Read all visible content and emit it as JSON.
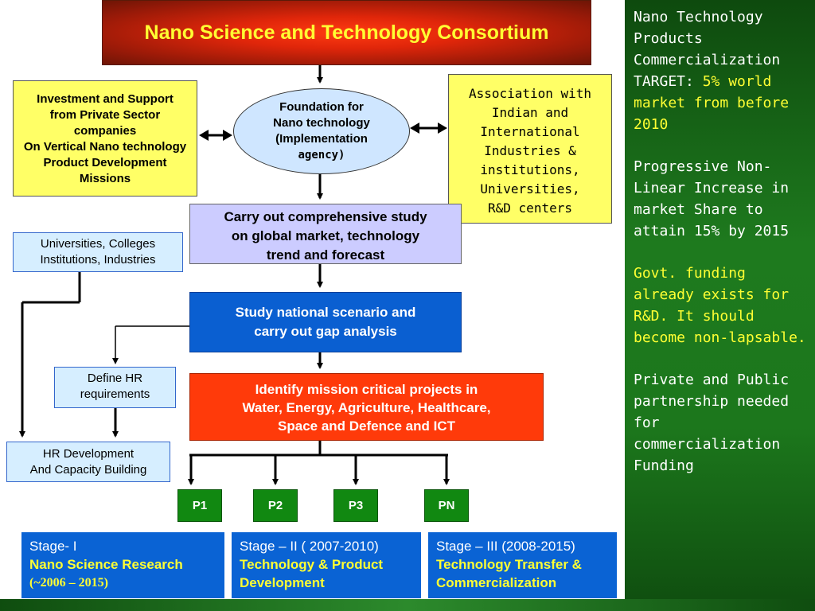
{
  "title": "Nano Science and Technology Consortium",
  "investment": {
    "lines": [
      "Investment and Support",
      "from Private Sector",
      "companies",
      "On Vertical Nano technology",
      "Product  Development",
      "Missions"
    ]
  },
  "foundation": {
    "lines": [
      "Foundation for",
      "Nano technology",
      "(Implementation",
      "agency)"
    ]
  },
  "association": {
    "lines": [
      "Association  with",
      "Indian and",
      "International",
      "Industries &",
      "institutions,",
      "Universities,",
      "R&D centers"
    ]
  },
  "carry_out": {
    "lines": [
      "Carry out comprehensive study",
      "on global market, technology",
      "trend and forecast"
    ]
  },
  "universities": {
    "lines": [
      "Universities, Colleges",
      "Institutions, Industries"
    ]
  },
  "study_national": {
    "lines": [
      "Study national scenario and",
      "carry out gap analysis"
    ]
  },
  "define_hr": {
    "lines": [
      "Define HR",
      "requirements"
    ]
  },
  "mission": {
    "lines": [
      "Identify mission critical projects in",
      "Water, Energy, Agriculture, Healthcare,",
      "Space and Defence and ICT"
    ]
  },
  "hr_development": {
    "lines": [
      "HR Development",
      "And Capacity Building"
    ]
  },
  "projects": [
    "P1",
    "P2",
    "P3",
    "PN"
  ],
  "stages": [
    {
      "title": "Stage- I",
      "sub1": "Nano Science  Research",
      "sub2": "(~2006 – 2015)"
    },
    {
      "title": "Stage – II ( 2007-2010)",
      "sub1": "Technology & Product",
      "sub2": "Development"
    },
    {
      "title": "Stage – III (2008-2015)",
      "sub1": "Technology Transfer &",
      "sub2": "Commercialization"
    }
  ],
  "sidebar": {
    "p1_white": "Nano Technology Products Commercialization TARGET:",
    "p1_yellow": "5% world market from before 2010",
    "p2": "Progressive Non-Linear Increase in market Share to attain 15% by 2015",
    "p3": "Govt. funding already exists for R&D. It should become non-lapsable.",
    "p4": "Private and Public partnership needed for commercialization Funding"
  },
  "colors": {
    "title_text": "#ffff33",
    "stage_accent": "#ffff33",
    "project_green": "#118811",
    "sidebar_green": "#1e7a1e"
  }
}
